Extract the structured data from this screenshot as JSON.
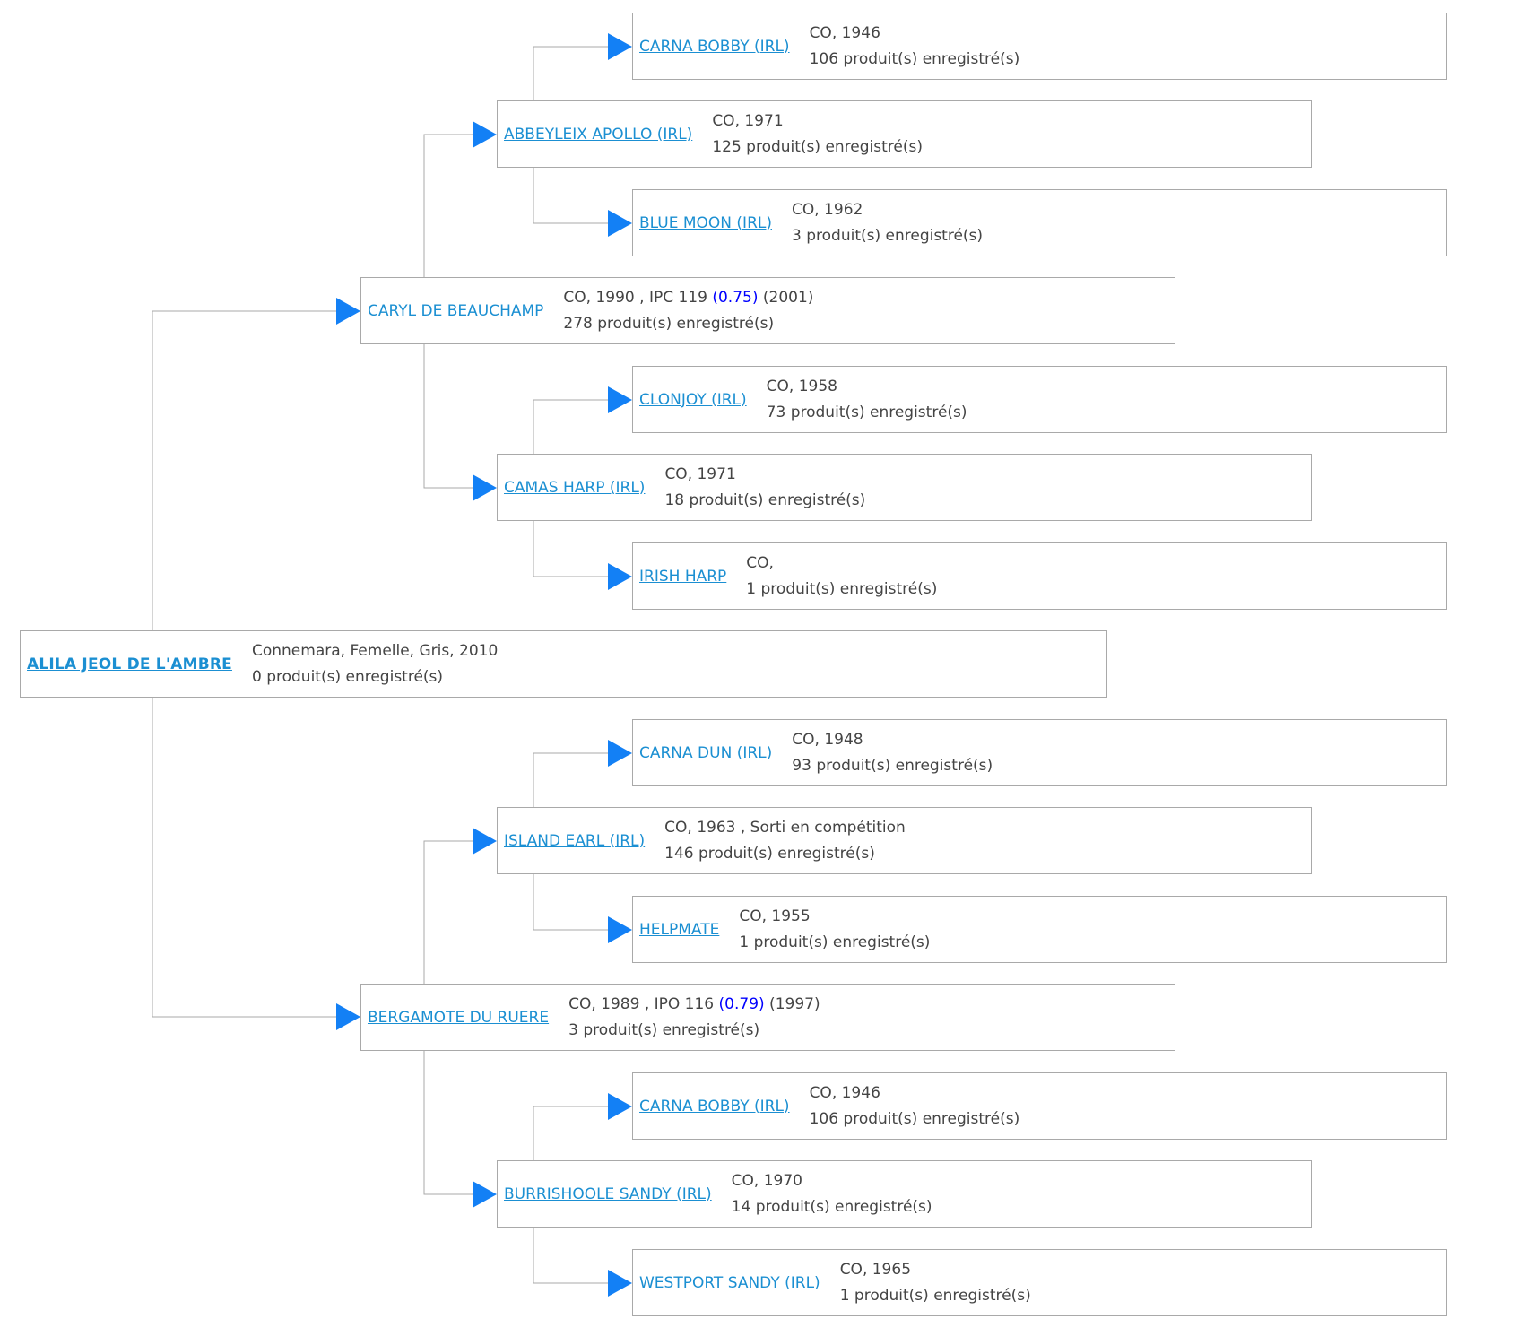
{
  "accent_color": "#1b8fd2",
  "arrow_color": "#1380f5",
  "border_color": "#a9a9a9",
  "root": {
    "name": "ALILA JEOL DE L'AMBRE",
    "info": "Connemara, Femelle, Gris, 2010",
    "offspring": "0 produit(s) enregistré(s)"
  },
  "ancestors": [
    {
      "name": "CARNA BOBBY (IRL)",
      "info": "CO, 1946",
      "offspring": "106 produit(s) enregistré(s)"
    },
    {
      "name": "ABBEYLEIX APOLLO (IRL)",
      "info": "CO, 1971",
      "offspring": "125 produit(s) enregistré(s)"
    },
    {
      "name": "BLUE MOON (IRL)",
      "info": "CO, 1962",
      "offspring": "3 produit(s) enregistré(s)"
    },
    {
      "name": "CARYL DE BEAUCHAMP",
      "info": "CO, 1990 , IPC 119 ",
      "score": "(0.75)",
      "info_suffix": " (2001)",
      "offspring": "278 produit(s) enregistré(s)"
    },
    {
      "name": "CLONJOY (IRL)",
      "info": "CO, 1958",
      "offspring": "73 produit(s) enregistré(s)"
    },
    {
      "name": "CAMAS HARP (IRL)",
      "info": "CO, 1971",
      "offspring": "18 produit(s) enregistré(s)"
    },
    {
      "name": "IRISH HARP",
      "info": "CO,",
      "offspring": "1 produit(s) enregistré(s)"
    },
    {
      "name": "CARNA DUN (IRL)",
      "info": "CO, 1948",
      "offspring": "93 produit(s) enregistré(s)"
    },
    {
      "name": "ISLAND EARL (IRL)",
      "info": "CO, 1963 , Sorti en compétition",
      "offspring": "146 produit(s) enregistré(s)"
    },
    {
      "name": "HELPMATE",
      "info": "CO, 1955",
      "offspring": "1 produit(s) enregistré(s)"
    },
    {
      "name": "BERGAMOTE DU RUERE",
      "info": "CO, 1989 , IPO 116 ",
      "score": "(0.79)",
      "info_suffix": " (1997)",
      "offspring": "3 produit(s) enregistré(s)"
    },
    {
      "name": "CARNA BOBBY (IRL)",
      "info": "CO, 1946",
      "offspring": "106 produit(s) enregistré(s)"
    },
    {
      "name": "BURRISHOOLE SANDY (IRL)",
      "info": "CO, 1970",
      "offspring": "14 produit(s) enregistré(s)"
    },
    {
      "name": "WESTPORT SANDY (IRL)",
      "info": "CO, 1965",
      "offspring": "1 produit(s) enregistré(s)"
    }
  ]
}
